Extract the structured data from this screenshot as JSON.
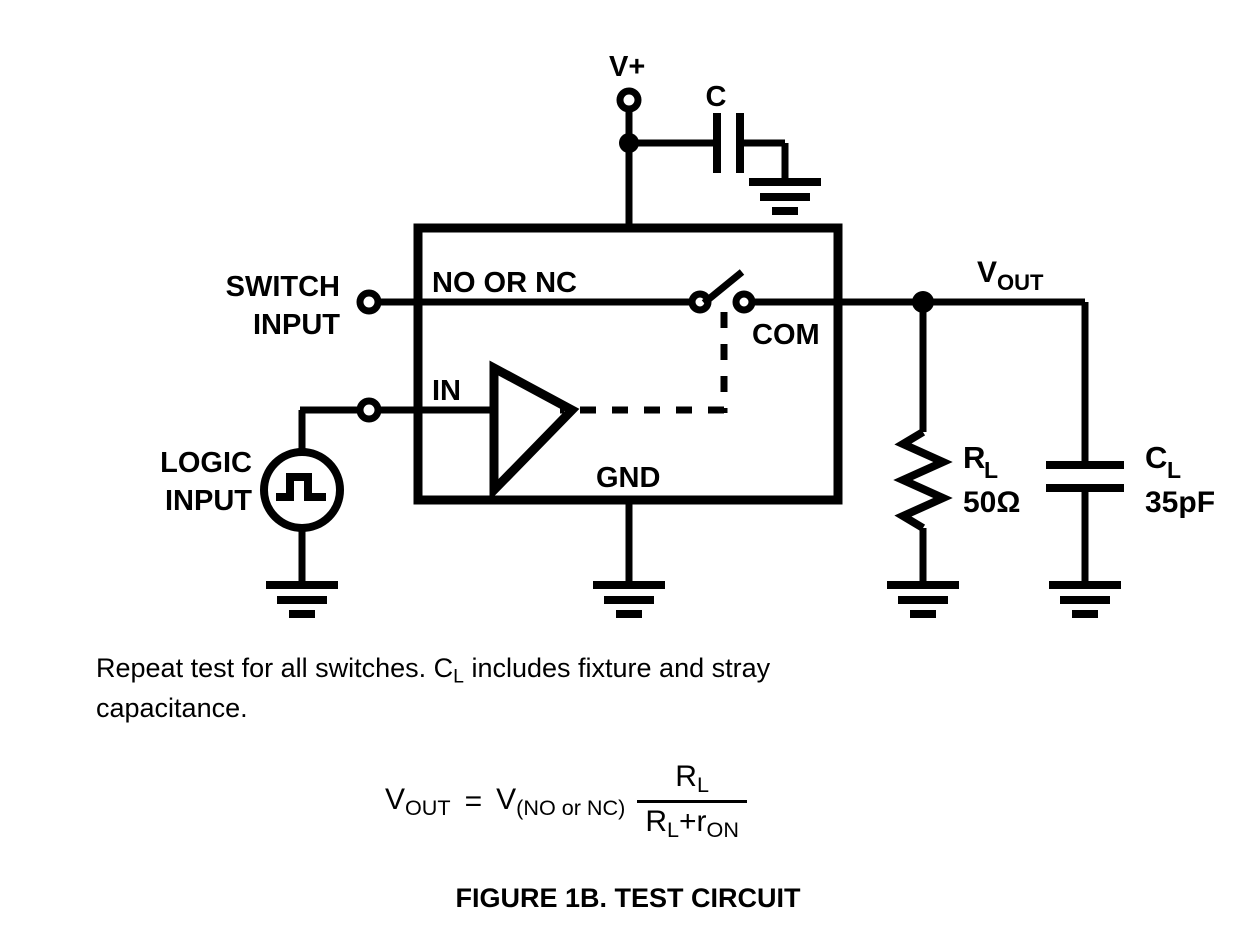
{
  "figure": {
    "caption": "FIGURE 1B.  TEST CIRCUIT",
    "note_line1_a": "Repeat test for all switches. C",
    "note_line1_sub": "L",
    "note_line1_b": " includes fixture and stray",
    "note_line2": "capacitance."
  },
  "formula": {
    "lhs_main": "V",
    "lhs_sub": "OUT",
    "equals": "=",
    "rhs_main": "V",
    "rhs_sub": "(NO or NC)",
    "numerator_main": "R",
    "numerator_sub": "L",
    "denominator_main_1": "R",
    "denominator_sub_1": "L",
    "denominator_plus": "+",
    "denominator_main_2": "r",
    "denominator_sub_2": "ON"
  },
  "circuit": {
    "supply_label": "V+",
    "bypass_cap_label": "C",
    "switch_input_line1": "SWITCH",
    "switch_input_line2": "INPUT",
    "logic_input_line1": "LOGIC",
    "logic_input_line2": "INPUT",
    "pin_no_nc": "NO OR NC",
    "pin_in": "IN",
    "pin_com": "COM",
    "pin_gnd": "GND",
    "vout_main": "V",
    "vout_sub": "OUT",
    "resistor_name_main": "R",
    "resistor_name_sub": "L",
    "resistor_value": "50Ω",
    "load_cap_name_main": "C",
    "load_cap_name_sub": "L",
    "load_cap_value": "35pF"
  },
  "colors": {
    "ink": "#000000",
    "background": "#ffffff"
  }
}
